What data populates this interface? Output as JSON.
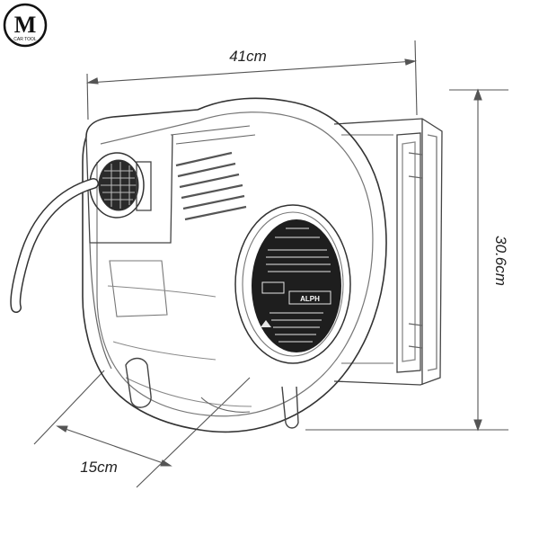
{
  "logo": {
    "letter": "M",
    "subtext": "CAR TOOL"
  },
  "dimensions": {
    "width": "41cm",
    "height": "30.6cm",
    "depth": "15cm"
  },
  "label": {
    "brand": "ALPH"
  },
  "colors": {
    "line": "#3a3a3a",
    "light_line": "#9a9a9a",
    "dark_fill": "#1e1e1e"
  }
}
